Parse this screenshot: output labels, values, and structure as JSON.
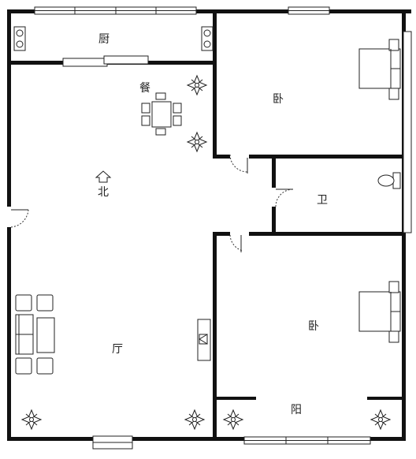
{
  "rooms": {
    "kitchen": "厨",
    "dining": "餐",
    "north_marker": "北",
    "bedroom_top": "卧",
    "bathroom": "卫",
    "bedroom_bottom": "卧",
    "living": "厅",
    "balcony": "阳"
  },
  "icons": [
    "compass-north-arrow-icon",
    "ceiling-light-icon",
    "bed-icon",
    "toilet-icon",
    "sofa-icon",
    "stove-icon",
    "tv-icon",
    "dining-table-icon"
  ]
}
